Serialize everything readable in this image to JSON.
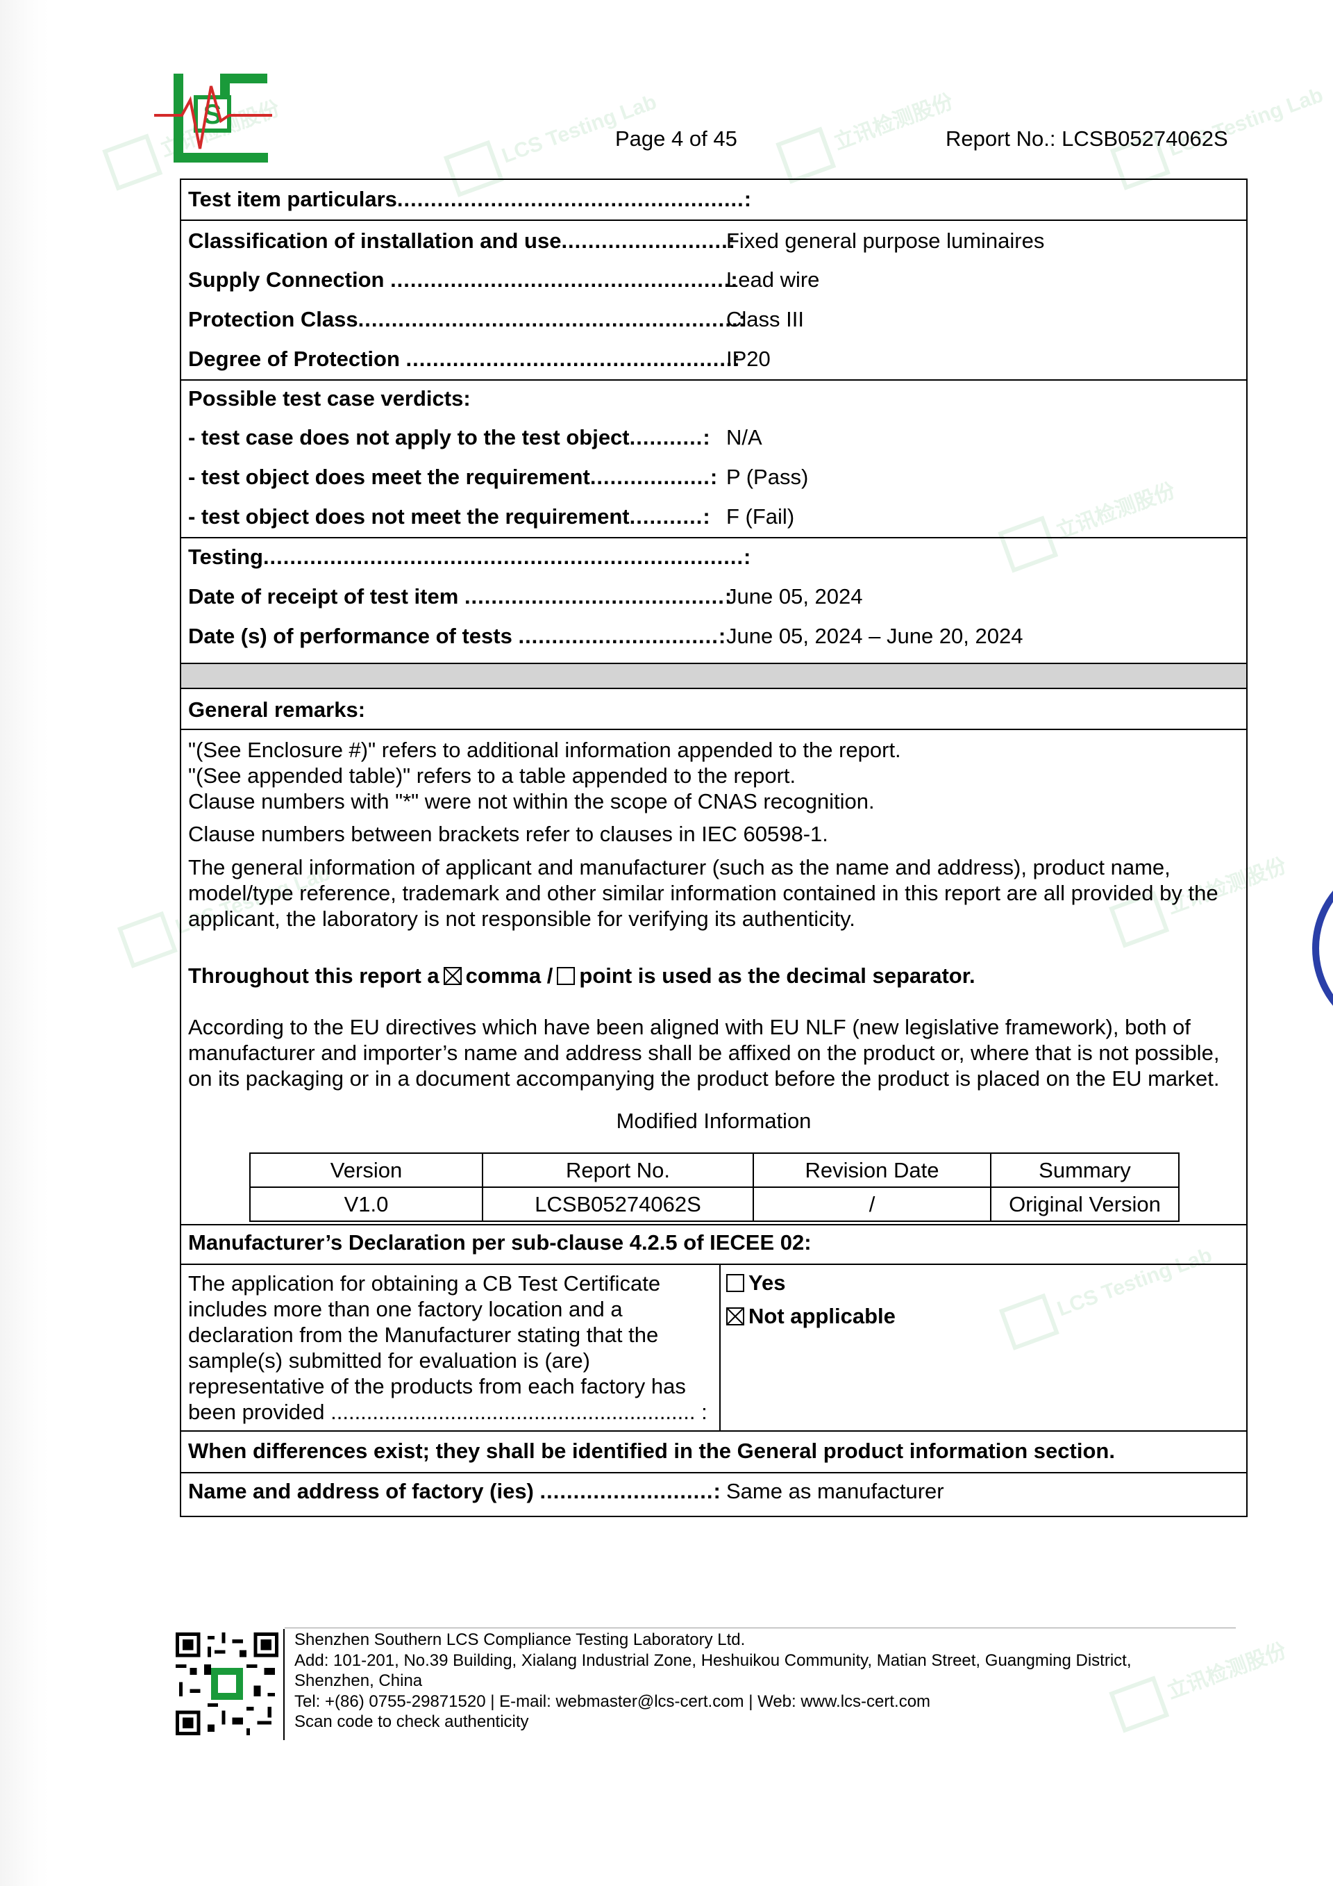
{
  "header": {
    "logo_text": "LCS",
    "page": "Page 4 of 45",
    "report_no": "Report No.: LCSB05274062S"
  },
  "watermark": {
    "text_cn": "立讯检测股份",
    "text_en": "LCS Testing Lab"
  },
  "test_item": {
    "title": "Test item particulars",
    "rows": [
      {
        "label": "Classification of installation and use",
        "value": "Fixed general purpose luminaires"
      },
      {
        "label": "Supply Connection",
        "value": "Lead wire"
      },
      {
        "label": "Protection Class",
        "value": "Class III"
      },
      {
        "label": "Degree of Protection",
        "value": "IP20"
      }
    ]
  },
  "verdicts": {
    "title": "Possible test case verdicts:",
    "rows": [
      {
        "label": "- test case does not apply to the test object",
        "value": "N/A"
      },
      {
        "label": "- test object does meet the requirement",
        "value": "P (Pass)"
      },
      {
        "label": "- test object does not meet the requirement",
        "value": "F (Fail)"
      }
    ]
  },
  "testing": {
    "title": "Testing",
    "rows": [
      {
        "label": "Date of receipt of test item",
        "value": "June 05, 2024"
      },
      {
        "label": "Date (s) of performance of tests",
        "value": "June 05, 2024 – June 20, 2024"
      }
    ]
  },
  "general_remarks": {
    "title": "General remarks:",
    "p1": "\"(See Enclosure #)\" refers to additional information appended to the report.",
    "p2": "\"(See appended table)\" refers to a table appended to the report.",
    "p3": "Clause numbers with \"*\" were not within the scope of CNAS recognition.",
    "p4": "Clause numbers between brackets refer to clauses in IEC 60598-1.",
    "p5": "The general information of applicant and manufacturer (such as the name and address), product name, model/type reference, trademark and other similar information contained in this report are all provided by the applicant, the laboratory is not responsible for verifying its authenticity.",
    "sep_prefix": "Throughout this report a",
    "sep_comma": "comma /",
    "sep_point": "point is used as the decimal separator.",
    "comma_checked": true,
    "point_checked": false,
    "eu_text": "According to the EU directives which have been aligned with EU NLF (new legislative framework), both of manufacturer and importer’s name and address shall be affixed on the product or, where that is not possible, on its packaging or in a document accompanying the product before the product is placed on the EU market."
  },
  "modified_info": {
    "title": "Modified Information",
    "headers": [
      "Version",
      "Report No.",
      "Revision Date",
      "Summary"
    ],
    "row": [
      "V1.0",
      "LCSB05274062S",
      "/",
      "Original Version"
    ]
  },
  "declaration": {
    "title": "Manufacturer’s Declaration per sub-clause 4.2.5 of IECEE 02:",
    "text_lines": [
      "The application for obtaining a CB Test Certificate",
      "includes more than one factory location and a",
      "declaration from the Manufacturer stating that the",
      "sample(s) submitted for evaluation is (are)",
      "representative of the products from each factory has",
      "been provided"
    ],
    "opt_yes": "Yes",
    "opt_na": "Not applicable",
    "yes_checked": false,
    "na_checked": true,
    "note": "When differences exist; they shall be identified in the General product information section.",
    "factory_label": "Name and address of factory (ies)",
    "factory_value": "Same as manufacturer"
  },
  "footer": {
    "line1": "Shenzhen Southern LCS Compliance Testing Laboratory Ltd.",
    "line2": "Add: 101-201, No.39 Building, Xialang Industrial Zone, Heshuikou Community, Matian Street, Guangming District,",
    "line3": "Shenzhen, China",
    "line4": "Tel: +(86) 0755-29871520 | E-mail: webmaster@lcs-cert.com | Web: www.lcs-cert.com",
    "line5": "Scan code to check authenticity"
  },
  "colors": {
    "logo_green": "#1a9a3a",
    "logo_red": "#d42a2a",
    "band_gray": "#d4d4d4"
  }
}
